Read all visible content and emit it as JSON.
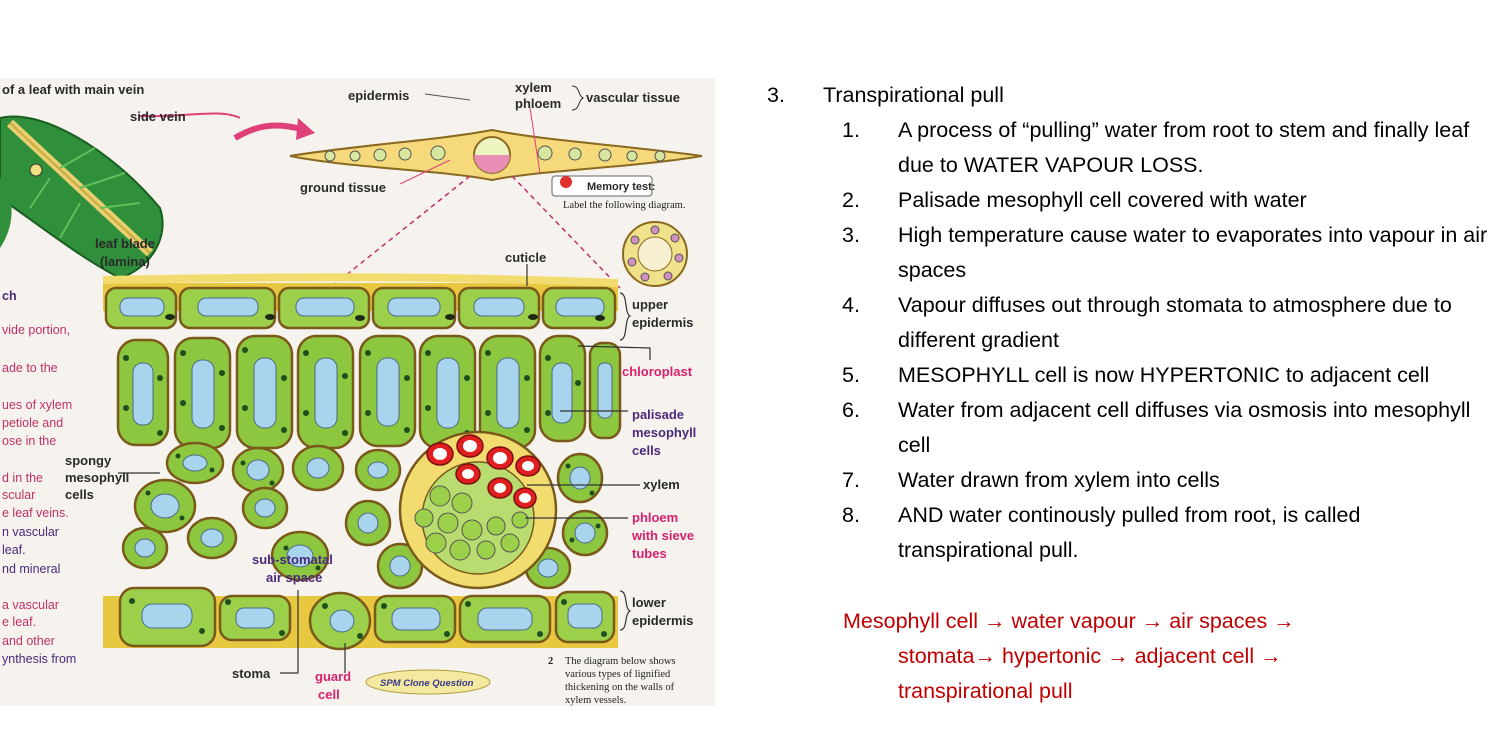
{
  "figure": {
    "top_labels": {
      "title_fragment": "of a leaf with main vein",
      "side_vein": "side vein",
      "epidermis": "epidermis",
      "xylem": "xylem",
      "phloem": "phloem",
      "vascular_tissue": "vascular tissue",
      "ground_tissue": "ground tissue",
      "leaf_blade": "leaf blade",
      "lamina": "(lamina)",
      "memory_test": "Memory test:",
      "memory_instruction": "Label the following diagram."
    },
    "section_labels": {
      "cuticle": "cuticle",
      "upper": "upper",
      "epidermis": "epidermis",
      "chloroplast": "chloroplast",
      "palisade": "palisade",
      "mesophyll": "mesophyll",
      "cells": "cells",
      "spongy": "spongy",
      "spongy_mesophyll": "mesophyll",
      "spongy_cells": "cells",
      "xylem": "xylem",
      "phloem": "phloem",
      "with_sieve": "with sieve",
      "tubes": "tubes",
      "sub_stomatal": "sub-stomatal",
      "air_space": "air space",
      "lower": "lower",
      "lower_epidermis": "epidermis",
      "stoma": "stoma",
      "guard": "guard",
      "guard_cell": "cell",
      "spm_clone": "SPM Clone Question"
    },
    "bottom_question": {
      "number": "2",
      "line1": "The diagram below shows",
      "line2": "various types of lignified",
      "line3": "thickening on the walls of",
      "line4": "xylem vessels."
    },
    "left_margin_fragments": [
      {
        "text": "ch",
        "style": "purple"
      },
      {
        "text": "vide portion,",
        "style": "pink"
      },
      {
        "text": "ade to the",
        "style": "pink"
      },
      {
        "text": "ues of xylem",
        "style": "pink"
      },
      {
        "text": "petiole and",
        "style": "pink"
      },
      {
        "text": "ose in the",
        "style": "pink"
      },
      {
        "text": "d in the",
        "style": "pink"
      },
      {
        "text": "scular",
        "style": "pink"
      },
      {
        "text": "e leaf veins.",
        "style": "pink"
      },
      {
        "text": "n vascular",
        "style": "purple"
      },
      {
        "text": "leaf.",
        "style": "purple"
      },
      {
        "text": "nd mineral",
        "style": "purple"
      },
      {
        "text": "a vascular",
        "style": "pink"
      },
      {
        "text": "e leaf.",
        "style": "pink"
      },
      {
        "text": "and other",
        "style": "pink"
      },
      {
        "text": "ynthesis from",
        "style": "purple"
      }
    ]
  },
  "notes": {
    "heading_number": "3.",
    "heading": "Transpirational pull",
    "items": [
      {
        "num": "1.",
        "text": "A process of “pulling” water from root to stem and finally leaf due to WATER VAPOUR  LOSS."
      },
      {
        "num": "2.",
        "text": "Palisade mesophyll cell covered with water"
      },
      {
        "num": "3.",
        "text": "High temperature cause water to evaporates into vapour in air spaces"
      },
      {
        "num": "4.",
        "text": "Vapour diffuses out through stomata to atmosphere due to different gradient"
      },
      {
        "num": "5.",
        "text": "MESOPHYLL cell is now HYPERTONIC to adjacent cell"
      },
      {
        "num": "6.",
        "text": "Water from adjacent cell diffuses via osmosis into mesophyll cell"
      },
      {
        "num": "7.",
        "text": "Water drawn from xylem into cells"
      },
      {
        "num": "8.",
        "text": "AND water continously pulled from root, is called transpirational pull."
      }
    ],
    "summary_line1": "Mesophyll cell → water vapour → air spaces →",
    "summary_line2": "stomata→ hypertonic → adjacent cell →",
    "summary_line3": "transpirational pull"
  },
  "colors": {
    "summary": "#c00000",
    "cell_green": "#8dc63f",
    "cell_wall": "#e8c840",
    "vacuole": "#a9d4ee",
    "xylem_red": "#e02020"
  }
}
